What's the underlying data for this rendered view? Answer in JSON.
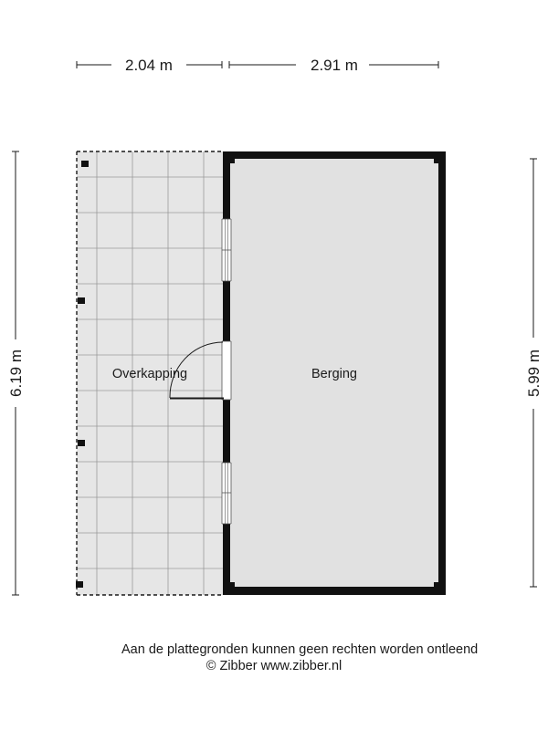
{
  "dimensions": {
    "top_left": "2.04 m",
    "top_right": "2.91 m",
    "left": "6.19 m",
    "right": "5.99 m"
  },
  "rooms": {
    "overkapping": "Overkapping",
    "berging": "Berging"
  },
  "footer": {
    "disclaimer": "Aan de plattegronden kunnen geen rechten worden ontleend",
    "copyright": "© Zibber www.zibber.nl"
  },
  "colors": {
    "wall": "#111111",
    "room_fill": "#e1e1e1",
    "covered_fill": "#e6e6e6",
    "tile_lines": "#9a9a9a"
  }
}
